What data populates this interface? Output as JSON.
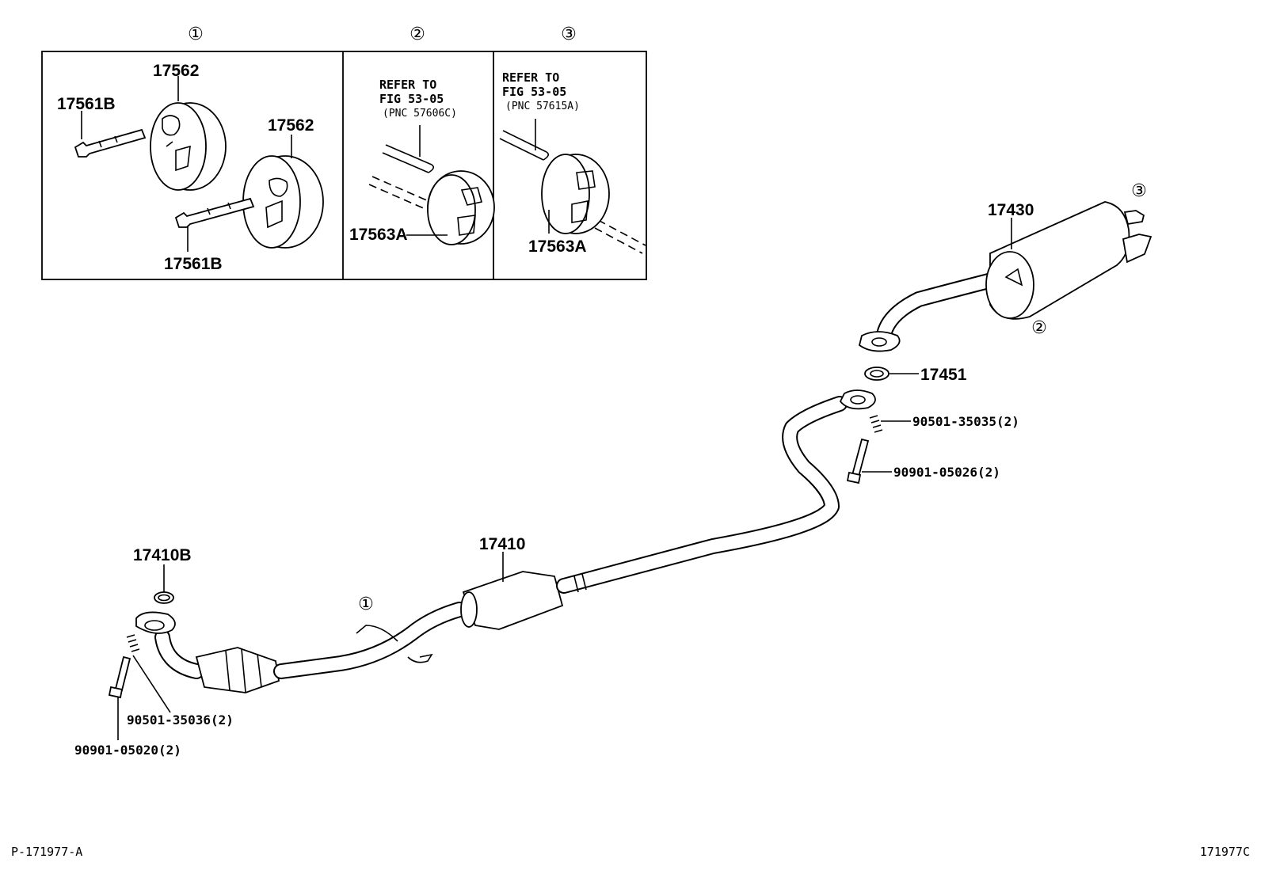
{
  "callouts": {
    "c1": "①",
    "c2": "②",
    "c3": "③"
  },
  "inset_panels": [
    {
      "callout": "①",
      "parts": [
        "17562",
        "17561B",
        "17562",
        "17561B"
      ]
    },
    {
      "callout": "②",
      "refer_line1": "REFER TO",
      "refer_line2": "FIG 53-05",
      "refer_pnc": "(PNC 57606C)",
      "part": "17563A"
    },
    {
      "callout": "③",
      "refer_line1": "REFER TO",
      "refer_line2": "FIG 53-05",
      "refer_pnc": "(PNC 57615A)",
      "part": "17563A"
    }
  ],
  "main_parts": {
    "tailpipe": "17430",
    "gasket_rear": "17451",
    "spring_rear": "90501-35035(2)",
    "bolt_rear": "90901-05026(2)",
    "center_pipe": "17410",
    "gasket_front": "17410B",
    "spring_front": "90501-35036(2)",
    "bolt_front": "90901-05020(2)"
  },
  "footer": {
    "left_code": "P-171977-A",
    "right_code": "171977C"
  }
}
